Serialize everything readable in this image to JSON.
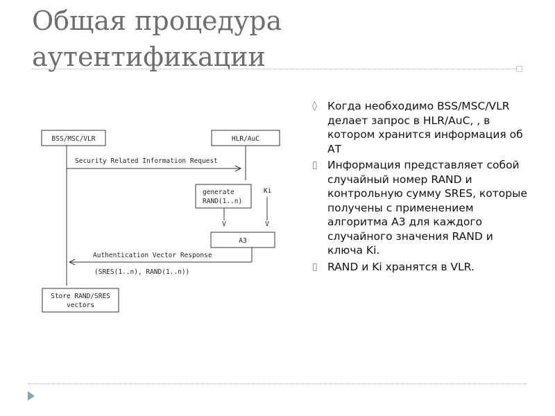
{
  "title": {
    "line1": "Общая процедура",
    "line2": "аутентификации"
  },
  "diagram": {
    "msc_box": "BSS/MSC/VLR",
    "hlr_box": "HLR/AuC",
    "request_label": "Security Related Information Request",
    "generate_line1": "generate",
    "generate_line2": "RAND(1..n)",
    "ki_label": "Ki",
    "a3_box": "A3",
    "arrow_mark_left": "V",
    "arrow_mark_right": "V",
    "response_label": "Authentication Vector Response",
    "response_params": "(SRES(1..n), RAND(1..n))",
    "store_line1": "Store RAND/SRES",
    "store_line2": "vectors"
  },
  "bullets": [
    {
      "mark": "◊",
      "text": "Когда необходимо BSS/MSC/VLR делает запрос в HLR/AuC, , в котором хранится информация  об АТ"
    },
    {
      "mark": "▯",
      "text": "Информация представляет собой  случайный номер RAND и контрольную сумму SRES, которые получены с применением алгоритма A3 для каждого случайного значения RAND  и ключа  Ki."
    },
    {
      "mark": "▯",
      "text": "RAND и Ki хранятся в VLR."
    }
  ],
  "colors": {
    "title": "#6e6e6e",
    "nav_arrow": "#8fa2b8",
    "diagram_line": "#333333"
  },
  "icons": {
    "slide_nav": "triangle-right-icon"
  }
}
